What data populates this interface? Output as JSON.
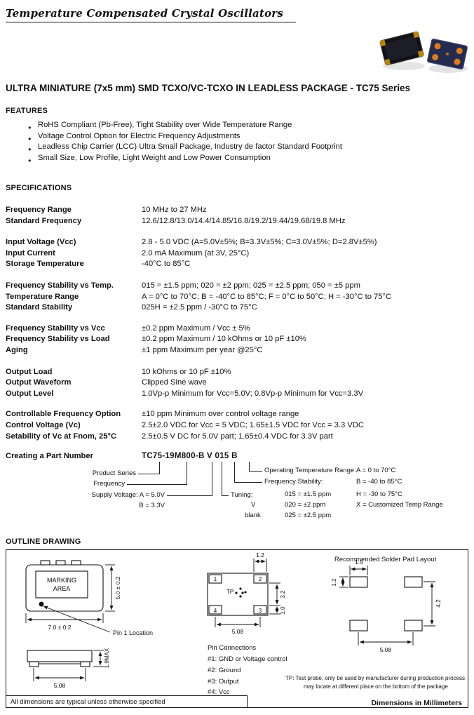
{
  "header": {
    "title": "Temperature Compensated Crystal Oscillators"
  },
  "main_title": "ULTRA MINIATURE (7x5 mm) SMD TCXO/VC-TCXO IN LEADLESS PACKAGE - TC75 Series",
  "features": {
    "heading": "FEATURES",
    "items": [
      "RoHS Compliant (Pb-Free), Tight Stability over Wide Temperature Range",
      "Voltage Control Option for Electric Frequency Adjustments",
      "Leadless Chip Carrier (LCC) Ultra Small Package, Industry de factor Standard Footprint",
      "Small Size, Low Profile, Light Weight and Low Power Consumption"
    ]
  },
  "specs": {
    "heading": "SPECIFICATIONS",
    "groups": [
      {
        "rows": [
          {
            "label": "Frequency Range",
            "value": "10 MHz to 27 MHz"
          },
          {
            "label": "Standard Frequency",
            "value": "12.6/12.8/13.0/14.4/14.85/16.8/19.2/19.44/19.68/19.8 MHz"
          }
        ]
      },
      {
        "rows": [
          {
            "label": "Input Voltage (Vcc)",
            "value": "2.8 - 5.0 VDC (A=5.0V±5%; B=3.3V±5%; C=3.0V±5%; D=2.8V±5%)"
          },
          {
            "label": "Input Current",
            "value": "2.0 mA Maximum (at 3V, 25°C)"
          },
          {
            "label": "Storage Temperature",
            "value": "-40°C to 85°C"
          }
        ]
      },
      {
        "rows": [
          {
            "label": "Frequency Stability vs Temp.",
            "value": "015 = ±1.5 ppm; 020 = ±2 ppm; 025 = ±2.5 ppm; 050 = ±5 ppm"
          },
          {
            "label": "Temperature Range",
            "value": "A = 0°C to 70°C; B = -40°C to 85°C; F = 0°C to 50°C; H = -30°C to 75°C"
          },
          {
            "label": "Standard Stability",
            "value": "025H = ±2.5 ppm / -30°C to 75°C"
          }
        ]
      },
      {
        "rows": [
          {
            "label": "Frequency Stability vs Vcc",
            "value": "±0.2 ppm Maximum / Vcc ± 5%"
          },
          {
            "label": "Frequency Stability vs Load",
            "value": "±0.2 ppm Maximum / 10 kOhms or 10 pF ±10%"
          },
          {
            "label": "Aging",
            "value": "±1 ppm Maximum per year @25°C"
          }
        ]
      },
      {
        "rows": [
          {
            "label": "Output Load",
            "value": "10 kOhms or 10 pF ±10%"
          },
          {
            "label": "Output Waveform",
            "value": "Clipped Sine wave"
          },
          {
            "label": "Output Level",
            "value": "1.0Vp-p Minimum for Vcc=5.0V; 0.8Vp-p Minimum for Vcc=3.3V"
          }
        ]
      },
      {
        "rows": [
          {
            "label": "Controllable Frequency Option",
            "value": "±10 ppm Minimum over control voltage range"
          },
          {
            "label": "Control Voltage (Vc)",
            "value": "2.5±2.0 VDC for Vcc = 5 VDC;  1.65±1.5 VDC for Vcc = 3.3 VDC"
          },
          {
            "label": "Setability of Vc at Fnom, 25°C",
            "value": "2.5±0.5 V DC for 5.0V part;  1.65±0.4 VDC for 3.3V part"
          }
        ]
      }
    ]
  },
  "part_number": {
    "label": "Creating a Part Number",
    "example": "TC75-19M800-B V 015 B",
    "callouts": {
      "product_series": "Product Series",
      "frequency": "Frequency",
      "supply_voltage_a": "Supply Voltage: A = 5.0V",
      "supply_voltage_b": "B = 3.3V",
      "tuning_label": "Tuning:",
      "tuning_v": "V",
      "tuning_blank": "blank",
      "stability_label": "Frequency Stability:",
      "stability_015": "015 = ±1.5 ppm",
      "stability_020": "020 = ±2 ppm",
      "stability_025": "025 = ±2.5 ppm",
      "temp_label": "Operating Temperature Range:",
      "temp_a": "A = 0 to 70°C",
      "temp_b": "B = -40 to 85°C",
      "temp_h": "H = -30 to 75°C",
      "temp_x": "X = Customized Temp Range"
    }
  },
  "outline": {
    "heading": "OUTLINE DRAWING",
    "solder_pad_title": "Recommended Solder Pad Layout",
    "marking_line1": "MARKING",
    "marking_line2": "AREA",
    "pin1_label": "Pin 1 Location",
    "dims": {
      "top_width": "7.0 ± 0.2",
      "top_height": "5.0 ± 0.2",
      "side_height": "1.9MAX",
      "side_pitch": "5.08",
      "pad_width": "1.2",
      "pad_gap": "3.2",
      "pad_height": "1.0",
      "pad_pitch": "5.08",
      "sp_width": "1.5",
      "sp_height": "1.2",
      "sp_gap": "4.2",
      "sp_pitch": "5.08"
    },
    "pads": {
      "p1": "1",
      "p2": "2",
      "p3": "3",
      "p4": "4",
      "tp": "TP"
    },
    "pin_connections": {
      "title": "Pin Connections",
      "items": [
        "#1: GND or Voltage control",
        "#2: Ground",
        "#3: Output",
        "#4: Vcc"
      ]
    },
    "tp_note_line1": "TP: Test probe, only be used by manufacturer during production process",
    "tp_note_line2": "may locate at different place on the bottom of the package",
    "footer_left": "All dimensions are typical unless otherwise specified",
    "footer_right": "Dimensions in Millimeters"
  }
}
